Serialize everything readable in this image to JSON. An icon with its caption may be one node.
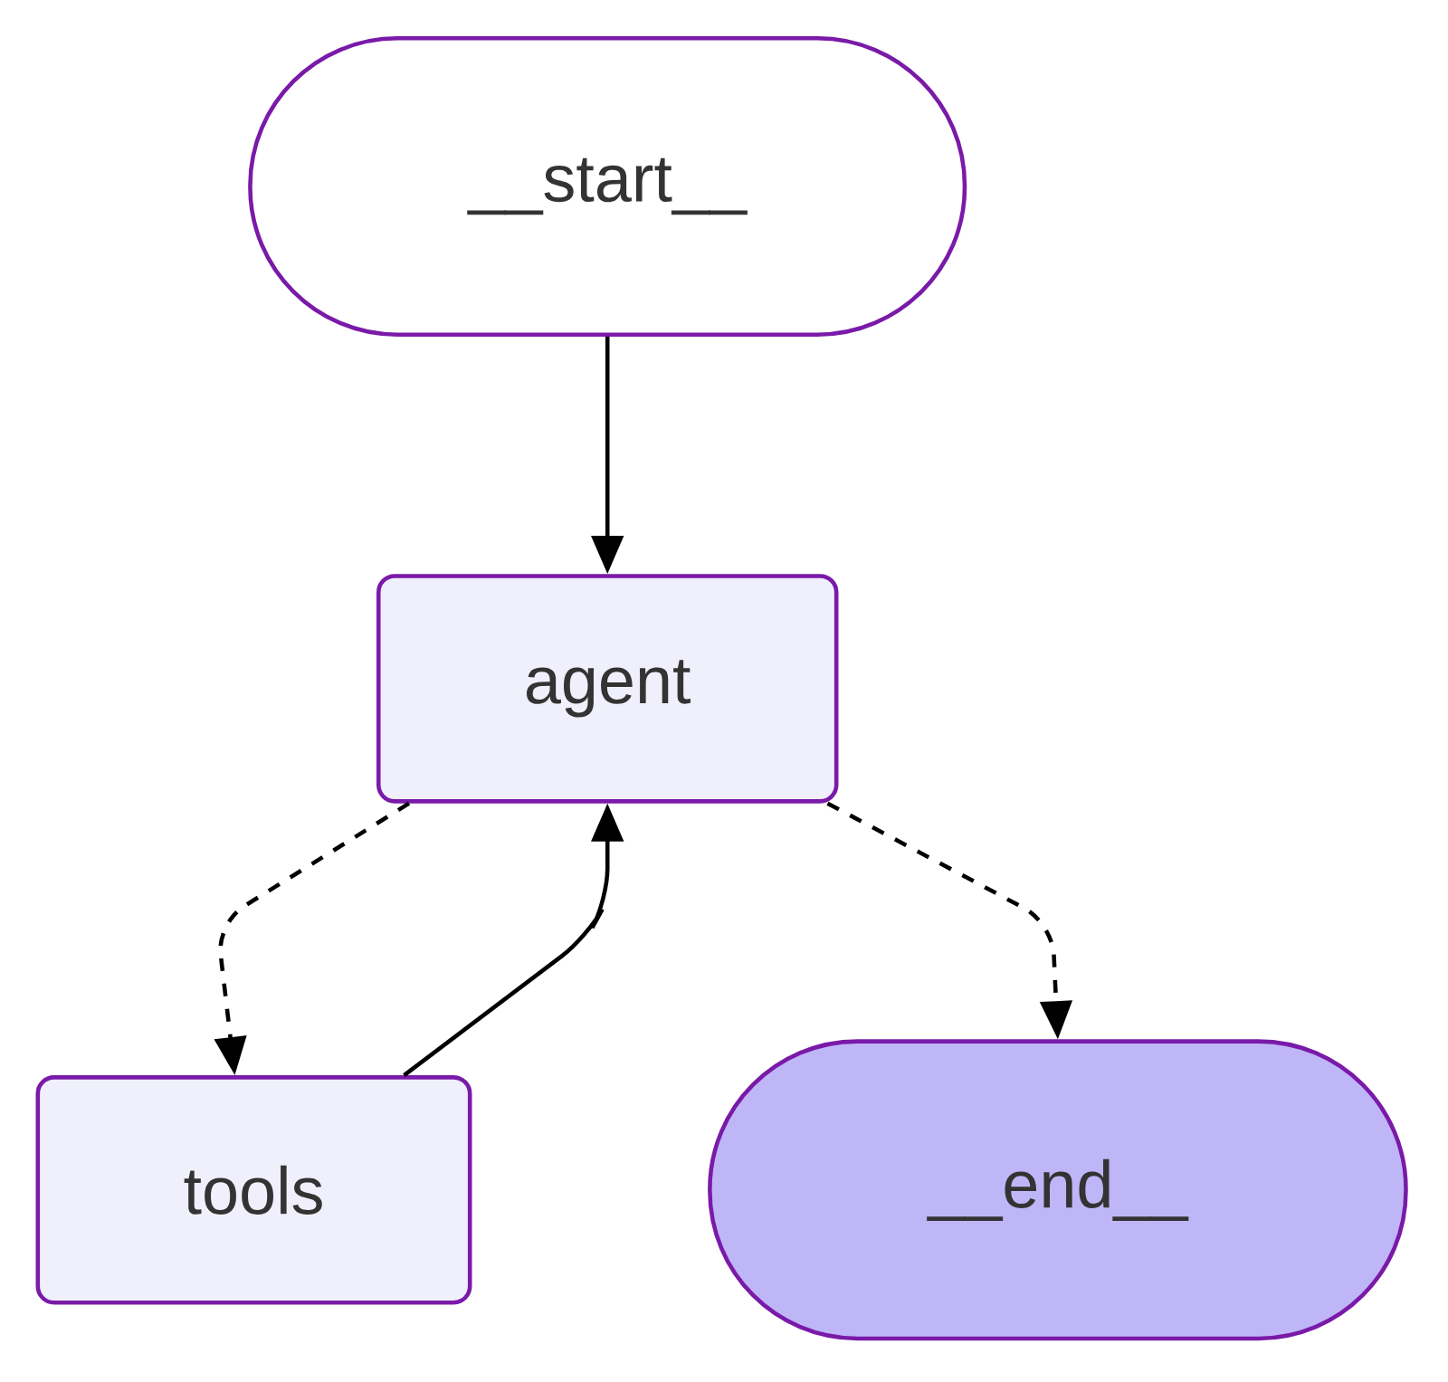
{
  "diagram": {
    "nodes": [
      {
        "text": [
          "__start__"
        ]
      },
      {
        "text": [
          "agent"
        ]
      },
      {
        "text": [
          "tools"
        ]
      },
      {
        "text": [
          "__end__"
        ]
      }
    ],
    "edges": [
      {
        "from": 0,
        "to": 1,
        "arrow": "to"
      },
      {
        "from": 1,
        "to": 2,
        "arrow": "to",
        "style": "dashed"
      },
      {
        "from": 2,
        "to": 1,
        "arrow": "to"
      },
      {
        "from": 1,
        "to": 3,
        "arrow": "to",
        "style": "dashed"
      }
    ]
  }
}
